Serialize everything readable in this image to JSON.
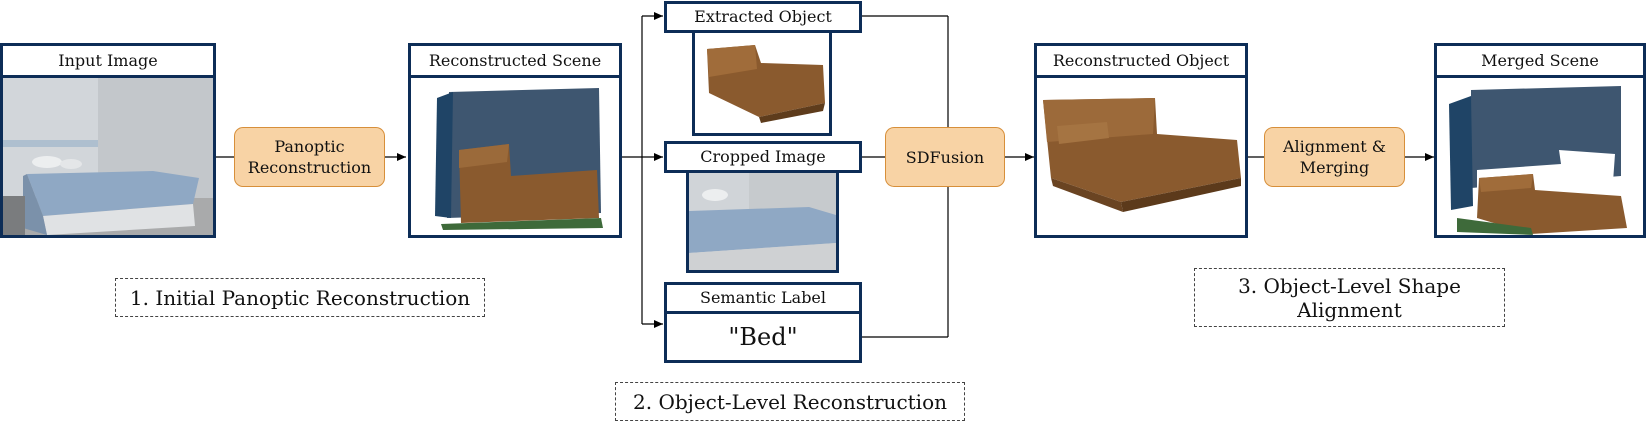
{
  "nodes": {
    "input_image": "Input Image",
    "reconstructed_scene": "Reconstructed Scene",
    "extracted_object": "Extracted Object",
    "cropped_image": "Cropped Image",
    "semantic_label": "Semantic Label",
    "semantic_label_value": "\"Bed\"",
    "reconstructed_object": "Reconstructed Object",
    "merged_scene": "Merged Scene"
  },
  "processes": {
    "panoptic_line1": "Panoptic",
    "panoptic_line2": "Reconstruction",
    "sdfusion": "SDFusion",
    "alignment_line1": "Alignment &",
    "alignment_line2": "Merging"
  },
  "stages": {
    "stage1": "1. Initial Panoptic Reconstruction",
    "stage2": "2. Object-Level Reconstruction",
    "stage3_line1": "3. Object-Level Shape",
    "stage3_line2": "Alignment"
  },
  "colors": {
    "border": "#0d2d57",
    "process_fill": "#f8d3a5",
    "process_border": "#d78f3a",
    "bed_brown": "#8a5a2e",
    "wall_blue": "#3e5670"
  }
}
